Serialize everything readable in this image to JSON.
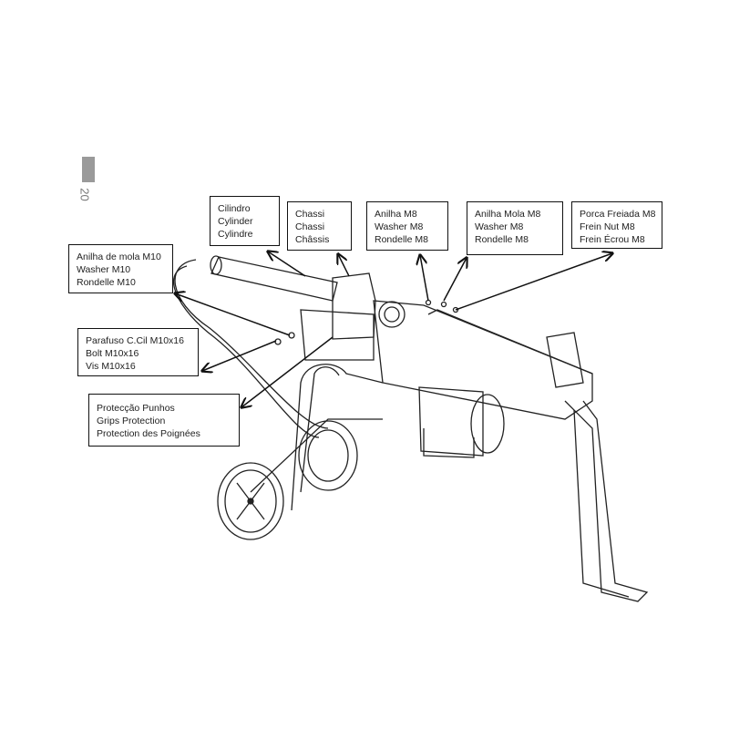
{
  "page_number": "20",
  "labels": {
    "cylinder": [
      "Cilindro",
      "Cylinder",
      "Cylindre"
    ],
    "chassis": [
      "Chassi",
      "Chassi",
      "Châssis"
    ],
    "washer_m8": [
      "Anilha M8",
      "Washer M8",
      "Rondelle M8"
    ],
    "spring_washer_m8": [
      "Anilha Mola M8",
      "Washer M8",
      "Rondelle  M8"
    ],
    "lock_nut_m8": [
      "Porca Freiada M8",
      "Frein Nut M8",
      "Frein Écrou M8"
    ],
    "spring_washer_m10": [
      "Anilha de mola M10",
      "Washer M10",
      "Rondelle M10"
    ],
    "bolt_m10x16": [
      "Parafuso C.Cil M10x16",
      "Bolt M10x16",
      "Vis M10x16"
    ],
    "grips_protection": [
      "Protecção Punhos",
      "Grips Protection",
      "Protection des Poignées"
    ]
  }
}
